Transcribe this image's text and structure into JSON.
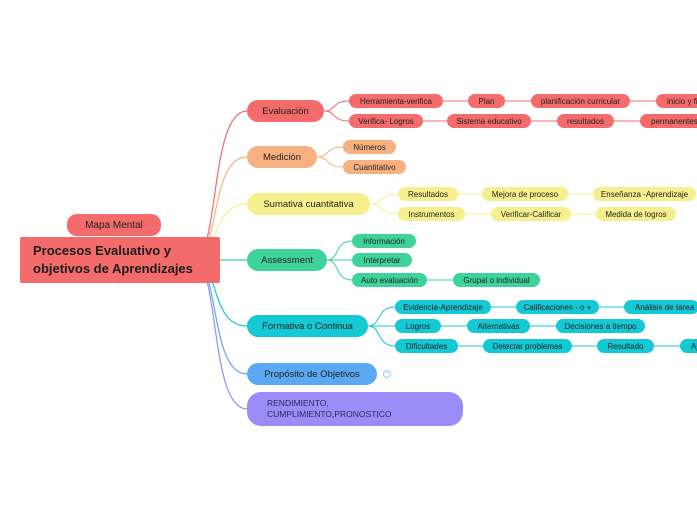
{
  "floating_tag": "Mapa Mental",
  "root": {
    "line1": "Procesos Evaluativo y",
    "line2": "objetivos de Aprendizajes"
  },
  "branches": [
    {
      "label": "Evaluación",
      "color": "#f36b6b",
      "children": [
        [
          "Herramienta-verifica",
          "Plan",
          "planificación curricular",
          "inicio y fi"
        ],
        [
          "Verifica- Logros",
          "Sistema educativo",
          "resultados",
          "permanentes"
        ]
      ]
    },
    {
      "label": "Medición",
      "color": "#f9b080",
      "children": [
        [
          "Números"
        ],
        [
          "Cuantitativo"
        ]
      ]
    },
    {
      "label": "Sumativa cuantitativa",
      "color": "#f7ef8e",
      "children": [
        [
          "Resultados",
          "Mejora de proceso",
          "Enseñanza -Aprendizaje"
        ],
        [
          "Instrumentos",
          "Verificar-Calificar",
          "Medida de logros"
        ]
      ]
    },
    {
      "label": "Assessment",
      "color": "#3ed39a",
      "children": [
        [
          "Información"
        ],
        [
          "Interpretar"
        ],
        [
          "Auto evaluación",
          "Grupal o individual"
        ]
      ]
    },
    {
      "label": "Formativa o Continua",
      "color": "#14c8d4",
      "children": [
        [
          "Evidencia-Aprendizaje",
          "Calificaciones - o +",
          "Análisis de tarea"
        ],
        [
          "Logros",
          "Alternativas",
          "Decisiones a tiempo"
        ],
        [
          "Dificultades",
          "Detectar problemas",
          "Resultado",
          "Aj"
        ]
      ]
    },
    {
      "label": "Propósito de Objetivos",
      "color": "#5aa9f2",
      "children": []
    },
    {
      "label": "RENDIMIENTO, CUMPLIMIENTO,PRONOSTICO",
      "color": "#9b8cf7",
      "children": []
    }
  ]
}
